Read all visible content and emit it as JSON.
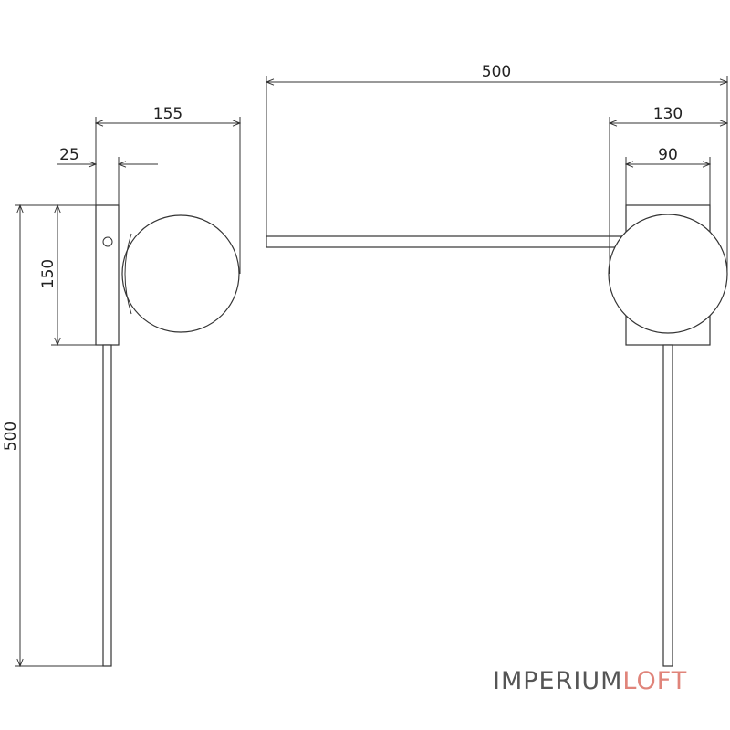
{
  "dimensions": {
    "side_width": "155",
    "plate_depth": "25",
    "plate_height": "150",
    "total_height": "500",
    "arm_length": "500",
    "plate_width": "130",
    "globe_diameter": "90"
  },
  "brand": {
    "part1": "IMPERIUM",
    "part2": "LOFT",
    "color_part1": "#555555",
    "color_part2": "#e0847a"
  },
  "colors": {
    "line": "#333333",
    "background": "#ffffff"
  }
}
